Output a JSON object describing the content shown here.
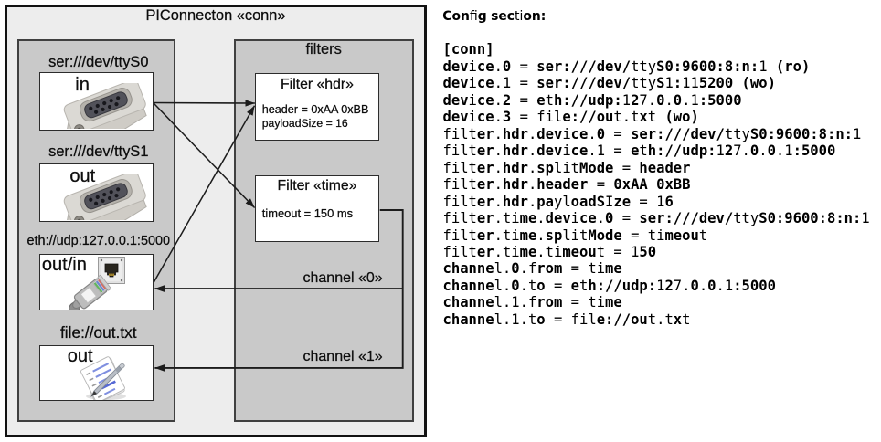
{
  "diagram": {
    "title": "PIConnecton «conn»",
    "devices": [
      {
        "label": "ser:///dev/ttyS0",
        "mode": "in",
        "icon": "serial-connector"
      },
      {
        "label": "ser:///dev/ttyS1",
        "mode": "out",
        "icon": "serial-connector"
      },
      {
        "label": "eth://udp:127.0.0.1:5000",
        "mode": "out/in",
        "icon": "ethernet-plug"
      },
      {
        "label": "file://out.txt",
        "mode": "out",
        "icon": "notepad-pen"
      }
    ],
    "filters_title": "filters",
    "filters": [
      {
        "title": "Filter «hdr»",
        "lines": [
          "header = 0xAA 0xBB",
          "payloadSize = 16"
        ]
      },
      {
        "title": "Filter «time»",
        "lines": [
          "timeout = 150 ms"
        ]
      }
    ],
    "channels": [
      {
        "label": "channel «0»"
      },
      {
        "label": "channel «1»"
      }
    ]
  },
  "config": {
    "heading": "Config section:",
    "lines": [
      "[conn]",
      "device.0 = ser:///dev/ttyS0:9600:8:n:1 (ro)",
      "device.1 = ser:///dev/ttyS1:115200 (wo)",
      "device.2 = eth://udp:127.0.0.1:5000",
      "device.3 = file://out.txt (wo)",
      "filter.hdr.device.0 = ser:///dev/ttyS0:9600:8:n:1",
      "filter.hdr.device.1 = eth://udp:127.0.0.1:5000",
      "filter.hdr.splitMode = header",
      "filter.hdr.header = 0xAA 0xBB",
      "filter.hdr.payloadSIze = 16",
      "filter.time.device.0 = ser:///dev/ttyS0:9600:8:n:1",
      "filter.time.splitMode = timeout",
      "filter.time.timeout = 150",
      "channel.0.from = time",
      "channel.0.to = eth://udp:127.0.0.1:5000",
      "channel.1.from = time",
      "channel.1.to = file://out.txt"
    ],
    "thin_chars": "fijlty17I=. "
  },
  "colors": {
    "outer_fill": "#ededed",
    "compartment_fill": "#c9c9c9",
    "node_fill": "#ffffff",
    "line": "#1c1c1c",
    "text": "#111111"
  }
}
